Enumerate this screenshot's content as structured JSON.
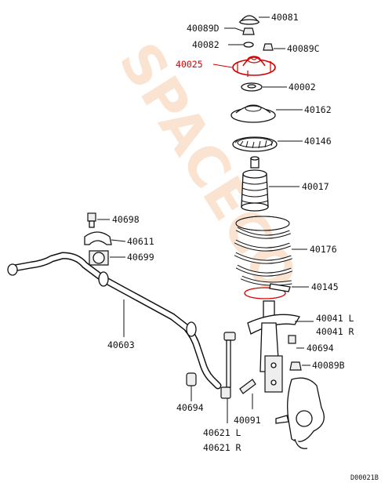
{
  "watermark": "SPACECO",
  "diagram_code": "D00021B",
  "highlight_color": "#d40000",
  "labels": {
    "p40081": "40081",
    "p40089D": "40089D",
    "p40082": "40082",
    "p40089C": "40089C",
    "p40025": "40025",
    "p40002": "40002",
    "p40162": "40162",
    "p40146": "40146",
    "p40017": "40017",
    "p40698": "40698",
    "p40611": "40611",
    "p40699": "40699",
    "p40176": "40176",
    "p40145": "40145",
    "p40603": "40603",
    "p40041L": "40041 L",
    "p40041R": "40041 R",
    "p40694a": "40694",
    "p40089B": "40089B",
    "p40694b": "40694",
    "p40091": "40091",
    "p40621L": "40621 L",
    "p40621R": "40621 R"
  }
}
